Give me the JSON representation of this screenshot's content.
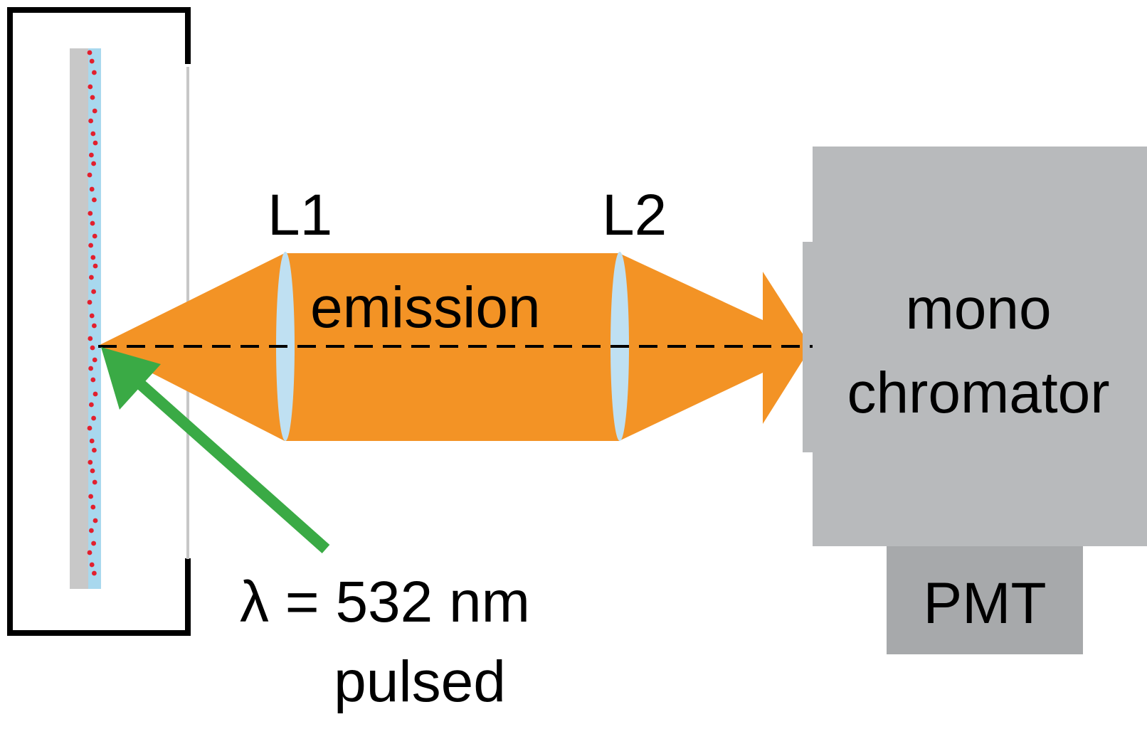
{
  "labels": {
    "lens1": "L1",
    "lens2": "L2",
    "emission": "emission",
    "monochromator_line1": "mono",
    "monochromator_line2": "chromator",
    "detector": "PMT",
    "excitation_line1": "λ = 532 nm",
    "excitation_line2": "pulsed"
  },
  "colors": {
    "emission_beam": "#f39325",
    "excitation_arrow": "#3aaa45",
    "lens": "#bfe0f2",
    "monochromator": "#b8babc",
    "detector": "#a7a9ab",
    "sample_substrate": "#c8c8c8",
    "sample_film": "#a8d8ee",
    "particles": "#e2202e",
    "frame": "#000000"
  }
}
